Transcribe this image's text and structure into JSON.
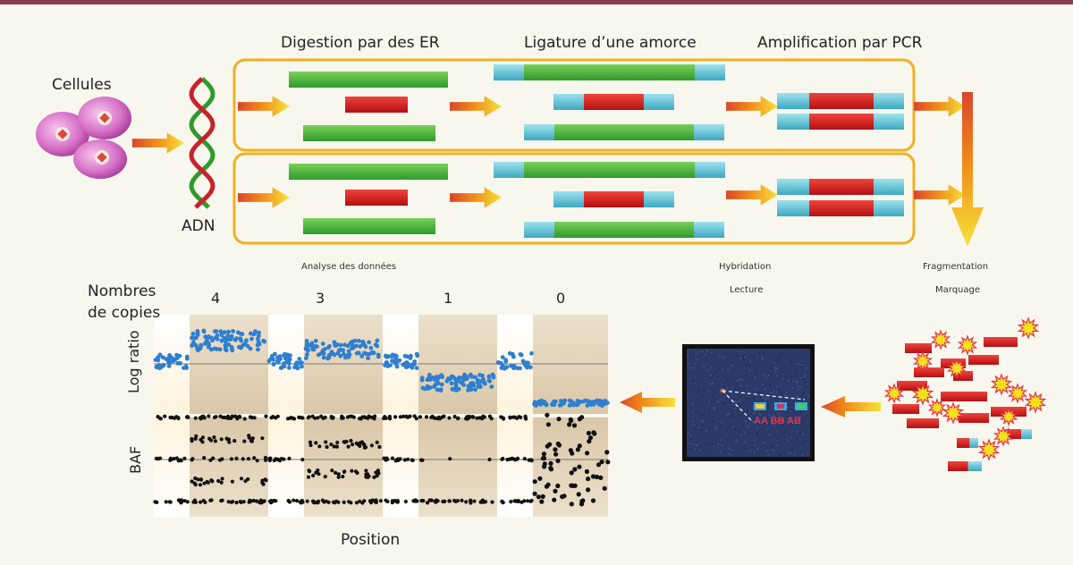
{
  "labels": {
    "cells": "Cellules",
    "dna": "ADN",
    "step1": "Digestion par des ER",
    "step2": "Ligature d’une amorce",
    "step3": "Amplification par PCR",
    "analysis": "Analyse des données",
    "hybridization": "Hybridation",
    "reading": "Lecture",
    "fragmentation": "Fragmentation",
    "labeling": "Marquage",
    "copy_numbers_line1": "Nombres",
    "copy_numbers_line2": "de copies",
    "log_ratio": "Log ratio",
    "baf": "BAF",
    "position": "Position",
    "chip_genotypes": "AA BB AB"
  },
  "copy_numbers": [
    "4",
    "3",
    "1",
    "0"
  ],
  "colors": {
    "top_bar": "#8b3a4a",
    "box_border": "#f0b020",
    "green_fragment": "#3aaa35",
    "red_fragment": "#d0151b",
    "primer": "#5fc0d0",
    "arrow": "#f2c800",
    "log_ratio_points": "#2f7fd0",
    "baf_points": "#111111",
    "chip_bg": "#2c3a6a"
  },
  "icons": [
    "cell-icon",
    "dna-helix-icon",
    "starburst-label-icon",
    "microarray-chip-icon"
  ]
}
